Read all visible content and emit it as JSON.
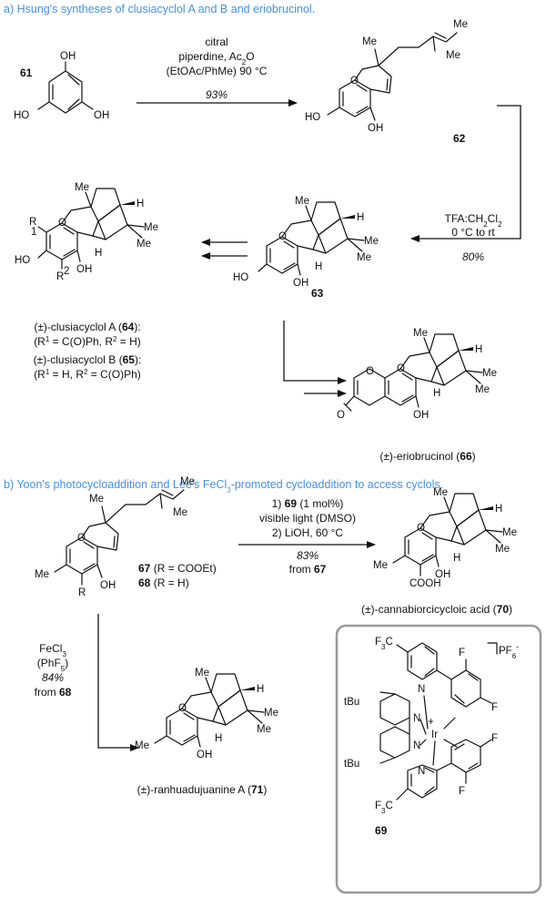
{
  "section_a": {
    "heading": "a) Hsung's syntheses of clusiacyclol A and B and eriobrucinol.",
    "start_number": "61",
    "step1": {
      "line1": "citral",
      "line2": "piperdine, Ac",
      "line2_sub": "2",
      "line2_end": "O",
      "line3": "(EtOAc/PhMe) 90 °C",
      "yield": "93%"
    },
    "chromene_number": "62",
    "step2": {
      "line1": "TFA:CH",
      "line1_sub1": "2",
      "line1_mid": "Cl",
      "line1_sub2": "2",
      "line2": "0 °C to rt",
      "yield": "80%"
    },
    "cyclol_number": "63",
    "clusiacyclol_A": {
      "pre": "(±)-clusiacyclol A (",
      "num": "64",
      "post": "):"
    },
    "clusiacyclol_A_def": {
      "a": "(R",
      "s1": "1",
      "b": " = C(O)Ph, R",
      "s2": "2",
      "c": " = H)"
    },
    "clusiacyclol_B": {
      "pre": "(±)-clusiacyclol B (",
      "num": "65",
      "post": "):"
    },
    "clusiacyclol_B_def": {
      "a": "(R",
      "s1": "1",
      "b": " = H, R",
      "s2": "2",
      "c": " = C(O)Ph)"
    },
    "eriobrucinol": {
      "pre": "(±)-eriobrucinol (",
      "num": "66",
      "post": ")"
    }
  },
  "section_b": {
    "heading_pre": "b) Yoon's photocycloaddition and Lee's FeCl",
    "heading_sub": "3",
    "heading_post": "-promoted cycloaddition to access cyclols.",
    "step1": {
      "l1_pre": "1) ",
      "l1_num": "69",
      "l1_post": " (1 mol%)",
      "l2": "visible light (DMSO)",
      "l3": "2) LiOH, 60 °C",
      "yield": "83%",
      "from_pre": "from ",
      "from_num": "67"
    },
    "label67": {
      "num": "67",
      "txt": " (R = COOEt)"
    },
    "label68": {
      "num": "68",
      "txt": " (R = H)"
    },
    "acid": {
      "pre": "(±)-cannabiorcicycloic acid (",
      "num": "70",
      "post": ")"
    },
    "step2": {
      "l1": "FeCl",
      "l1_sub": "3",
      "l2": "(PhF",
      "l2_sub": "5",
      "l2_end": ")",
      "yield": "84%",
      "from_pre": "from ",
      "from_num": "68"
    },
    "ranhua": {
      "pre": "(±)-ranhuadujuanine A (",
      "num": "71",
      "post": ")"
    },
    "catalyst": {
      "number": "69",
      "counterion": "PF",
      "counterion_sub": "6",
      "charge_minus": "-",
      "charge_plus": "+",
      "metal": "Ir",
      "tbu": "tBu",
      "cf3": "F",
      "cf3_sub": "3",
      "cf3_end": "C",
      "fluoro": "F",
      "n": "N"
    }
  },
  "atoms": {
    "me": "Me",
    "oh": "OH",
    "ho": "HO",
    "o": "O",
    "h": "H",
    "r": "R",
    "r1": "R",
    "r1_sub": "1",
    "r2": "R",
    "r2_sup": "2",
    "cooh": "COOH"
  }
}
